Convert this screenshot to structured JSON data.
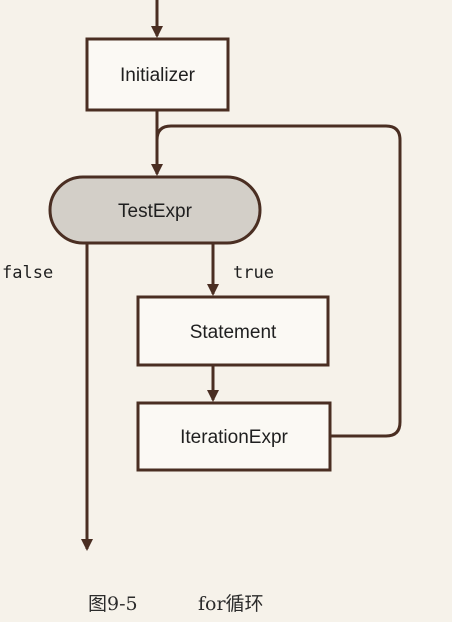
{
  "diagram": {
    "nodes": {
      "initializer": "Initializer",
      "test_expr": "TestExpr",
      "statement": "Statement",
      "iteration_expr": "IterationExpr"
    },
    "edge_labels": {
      "false": "false",
      "true": "true"
    }
  },
  "caption": {
    "number": "图9-5",
    "title": "for循环"
  },
  "colors": {
    "background": "#f6f2ea",
    "line": "#4a2e22",
    "box_fill": "#fbf9f4",
    "decision_fill": "#d3cfc8"
  }
}
